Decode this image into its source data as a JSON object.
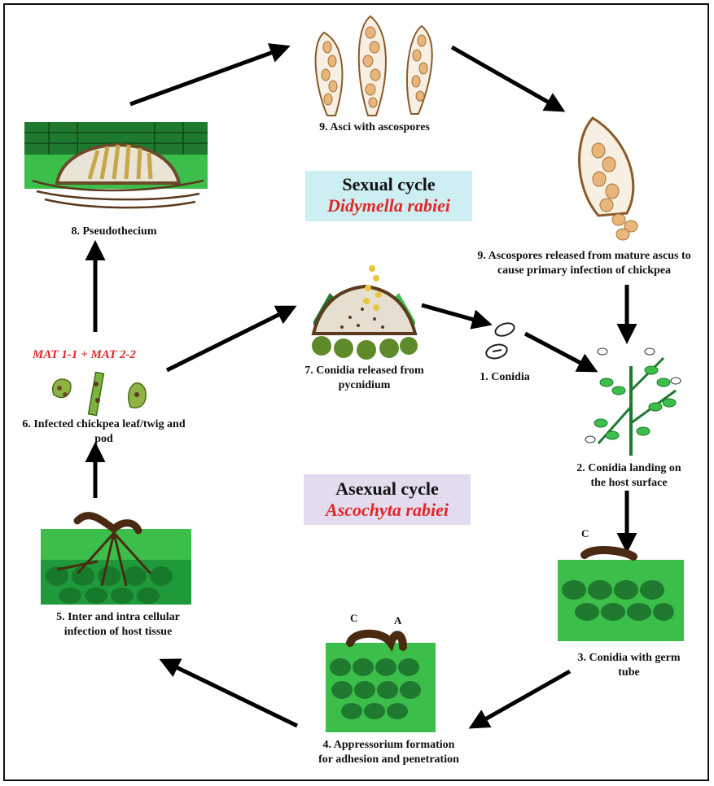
{
  "labels": {
    "asci": "9. Asci with ascospores",
    "pseudothecium": "8. Pseudothecium",
    "ascospores_line1": "9. Ascospores released from mature ascus to",
    "ascospores_line2": "cause primary infection of chickpea",
    "conidia_released_line1": "7. Conidia released from",
    "conidia_released_line2": "pycnidium",
    "conidia": "1. Conidia",
    "infected_line1": "6. Infected chickpea leaf/twig and",
    "infected_line2": "pod",
    "landing_line1": "2. Conidia landing on",
    "landing_line2": "the host surface",
    "germ_line1": "3. Conidia with germ",
    "germ_line2": "tube",
    "appressorium_line1": "4. Appressorium formation",
    "appressorium_line2": "for adhesion and penetration",
    "infection_line1": "5. Inter and intra cellular",
    "infection_line2": "infection of host tissue",
    "mat1": "MAT 1-1",
    "plus": " + ",
    "mat2": "MAT 2-2",
    "c_germ": "C",
    "c_app": "C",
    "a_app": "A"
  },
  "sexual": {
    "title": "Sexual cycle",
    "organism": "Didymella rabiei",
    "bg": "#cdeef2"
  },
  "asexual": {
    "title": "Asexual cycle",
    "organism": "Ascochyta rabiei",
    "bg": "#e2dcee"
  },
  "colors": {
    "arrow": "#000000",
    "organism": "#e02727",
    "leaf_dark": "#1f7a2f",
    "leaf_light": "#3cbf4a",
    "spore": "#e8b67a",
    "fungus": "#4a2a12"
  }
}
